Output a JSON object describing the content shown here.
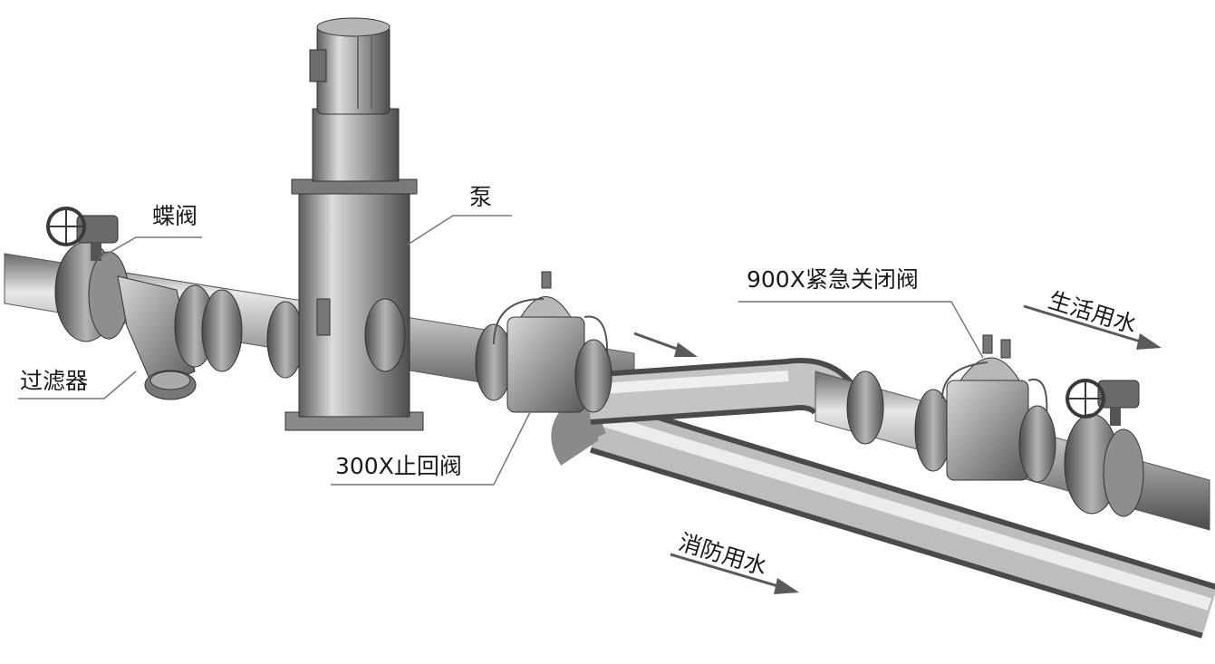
{
  "labels": {
    "butterfly_valve": "蝶阀",
    "filter": "过滤器",
    "pump": "泵",
    "check_valve": "300X止回阀",
    "shutoff_valve": "900X紧急关闭阀",
    "domestic_water": "生活用水",
    "fire_water": "消防用水"
  },
  "colors": {
    "pipe_dark": "#555555",
    "pipe_mid": "#9a9a9a",
    "pipe_light": "#e4e4e4",
    "leader_line": "#777777",
    "arrow": "#5a5a5a",
    "text": "#1a1a1a"
  },
  "icons": [
    "butterfly-valve-icon",
    "y-strainer-icon",
    "vertical-pump-icon",
    "check-valve-icon",
    "shutoff-valve-icon",
    "flow-arrow-icon"
  ]
}
